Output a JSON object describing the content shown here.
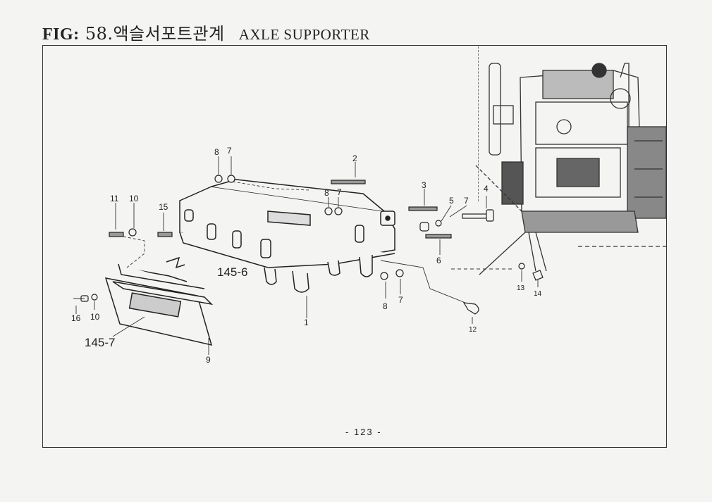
{
  "header": {
    "fig_label": "FIG:",
    "fig_title_kr": "58.액슬서포트관계",
    "fig_title_en": "AXLE SUPPORTER"
  },
  "callouts": {
    "c1": "1",
    "c2": "2",
    "c3": "3",
    "c4": "4",
    "c5": "5",
    "c6": "6",
    "c7a": "7",
    "c7b": "7",
    "c7c": "7",
    "c7d": "7",
    "c8a": "8",
    "c8b": "8",
    "c8c": "8",
    "c9": "9",
    "c10a": "10",
    "c10b": "10",
    "c11": "11",
    "c12": "12",
    "c13": "13",
    "c14": "14",
    "c15": "15",
    "c16": "16",
    "ref1456": "145-6",
    "ref1457": "145-7"
  },
  "footer": {
    "page": "- 123 -"
  }
}
